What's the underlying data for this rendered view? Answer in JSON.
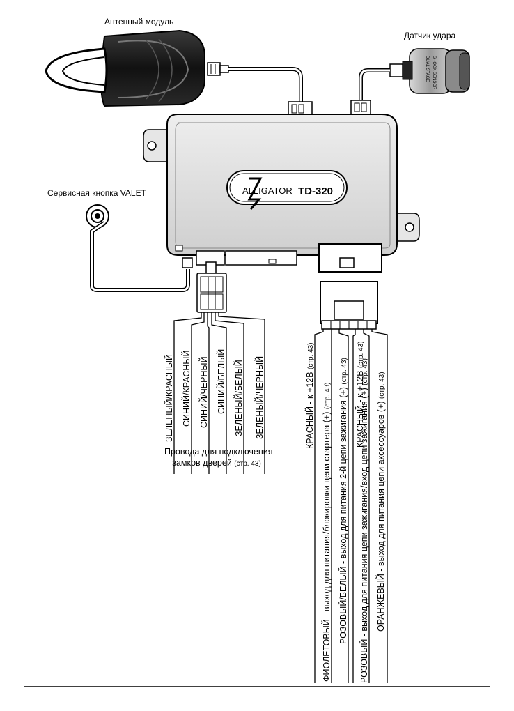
{
  "labels": {
    "antenna_module": "Антенный модуль",
    "shock_sensor": "Датчик удара",
    "valet_button": "Сервисная кнопка VALET",
    "sensor_print_1": "DUAL STAGE",
    "sensor_print_2": "SHOCK SENSOR"
  },
  "unit": {
    "brand": "ALLIGATOR",
    "model": "TD-320"
  },
  "door_lock_wires": {
    "items": [
      "ЗЕЛЕНЫЙ/КРАСНЫЙ",
      "СИНИЙ/КРАСНЫЙ",
      "СИНИЙ/ЧЕРНЫЙ",
      "СИНИЙ/БЕЛЫЙ",
      "ЗЕЛЕНЫЙ/БЕЛЫЙ",
      "ЗЕЛЕНЫЙ/ЧЕРНЫЙ"
    ],
    "caption_line1": "Провода для подключения",
    "caption_line2": "замков дверей",
    "caption_ref": "(стр. 43)"
  },
  "power_wires": [
    {
      "text": "КРАСНЫЙ - к +12В",
      "ref": "(стр. 43)"
    },
    {
      "text": "ФИОЛЕТОВЫЙ - выход для питания/блокировки цепи стартера (+)",
      "ref": "(стр. 43)"
    },
    {
      "text": "РОЗОВЫЙ/БЕЛЫЙ - выход для питания 2-й цепи зажигания (+)",
      "ref": "(стр. 43)"
    },
    {
      "text": "КРАСНЫЙ - к +12В",
      "ref": "(стр. 43)"
    },
    {
      "text": "РОЗОВЫЙ - выход для питания цепи зажигания/вход цепи зажигания (+)",
      "ref": "(стр. 43)"
    },
    {
      "text": "ОРАНЖЕВЫЙ - выход для питания цепи аксессуаров (+)",
      "ref": "(стр. 43)"
    }
  ]
}
